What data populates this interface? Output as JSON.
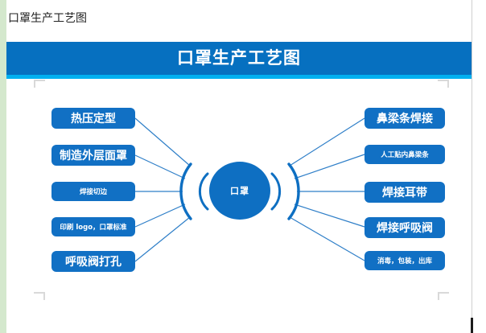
{
  "window": {
    "document_title": "口罩生产工艺图"
  },
  "banner": {
    "title": "口罩生产工艺图",
    "bar_color": "#0670c0",
    "underline_color": "#00b0f0",
    "title_color": "#ffffff"
  },
  "diagram": {
    "node_color": "#1170c4",
    "line_color": "#2f7fc8",
    "arc_color": "#0e6fc2",
    "center": {
      "label": "口罩"
    },
    "left_nodes": [
      {
        "label": "热压定型",
        "size": "big"
      },
      {
        "label": "制造外层面罩",
        "size": "big"
      },
      {
        "label": "焊接切边",
        "size": "small"
      },
      {
        "label": "印刷 logo，口罩标准",
        "size": "small"
      },
      {
        "label": "呼吸阀打孔",
        "size": "big"
      }
    ],
    "right_nodes": [
      {
        "label": "鼻梁条焊接",
        "size": "big"
      },
      {
        "label": "人工贴内鼻梁条",
        "size": "small"
      },
      {
        "label": "焊接耳带",
        "size": "big"
      },
      {
        "label": "焊接呼吸阀",
        "size": "big"
      },
      {
        "label": "消毒，包装，出库",
        "size": "small"
      }
    ]
  }
}
